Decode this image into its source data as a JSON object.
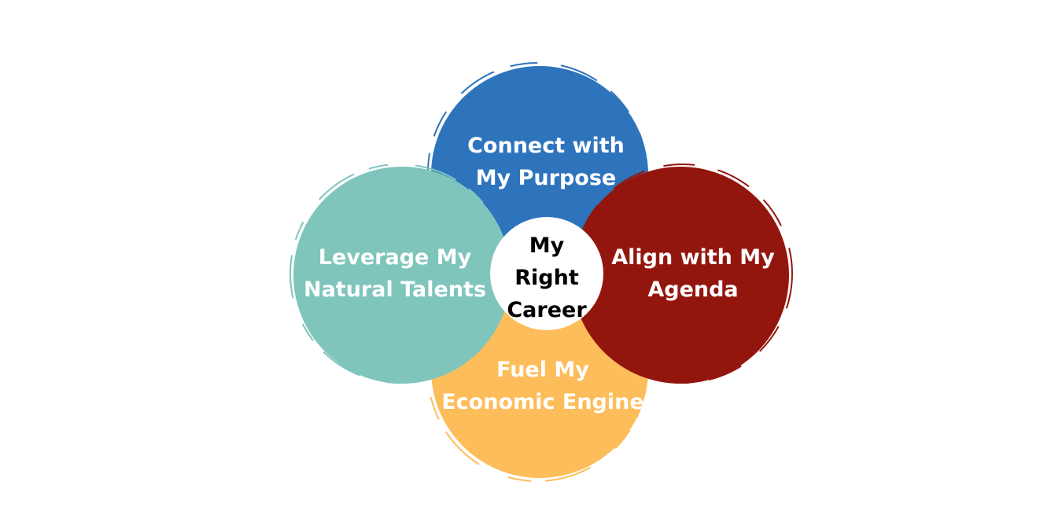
{
  "diagram": {
    "top": {
      "line1": "Connect with",
      "line2": "My Purpose",
      "color": "#2e74bc"
    },
    "left": {
      "line1": "Leverage My",
      "line2": "Natural Talents",
      "color": "#7fc5bc"
    },
    "right": {
      "line1": "Align with My",
      "line2": "Agenda",
      "color": "#93160e"
    },
    "bottom": {
      "line1": "Fuel My",
      "line2": "Economic Engine",
      "color": "#fdbd5a"
    },
    "center": {
      "line1": "My",
      "line2": "Right",
      "line3": "Career",
      "color": "#ffffff"
    }
  }
}
